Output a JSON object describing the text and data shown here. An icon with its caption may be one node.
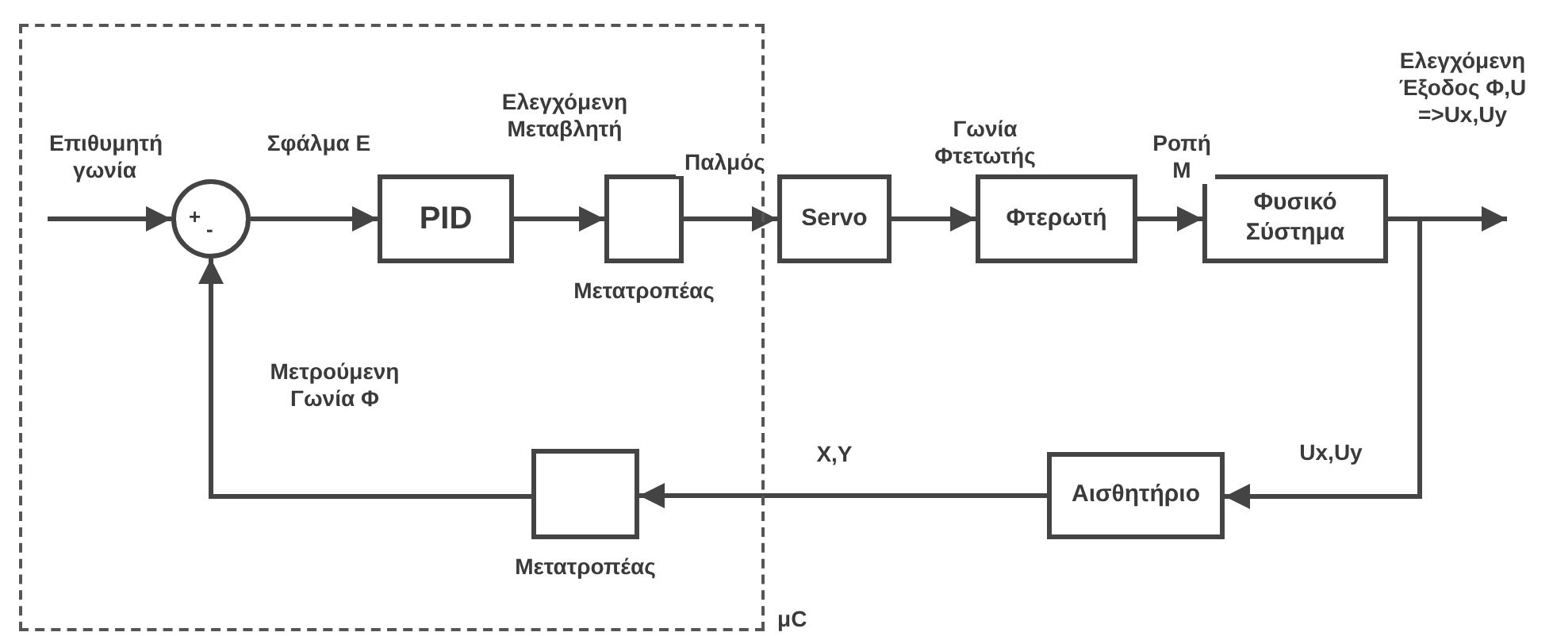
{
  "diagram": {
    "nodes": [
      {
        "text": [
          "μC"
        ]
      },
      {
        "text": [
          "+",
          "-"
        ],
        "in": 0
      },
      {
        "text": [
          "PID"
        ],
        "in": 0
      },
      {
        "text": [],
        "shape": "box",
        "beside": [
          "Μετατροπέας"
        ],
        "in": 0
      },
      {
        "text": [
          "Servo"
        ]
      },
      {
        "text": [
          "Φτερωτή"
        ]
      },
      {
        "text": [
          "Φυσικό Σύστημα"
        ]
      },
      {
        "text": [
          "Αισθητήριο"
        ]
      },
      {
        "text": [],
        "shape": "box",
        "beside": [
          "Μετατροπέας"
        ],
        "in": 0
      }
    ],
    "edges": [
      {
        "from": null,
        "to": 1,
        "arrow": "to",
        "label": "Επιθυμητή γωνία"
      },
      {
        "from": 1,
        "to": 2,
        "arrow": "to",
        "label": "Σφάλμα E"
      },
      {
        "from": 2,
        "to": 3,
        "arrow": "to",
        "label": "Ελεγχόμενη Μεταβλητή"
      },
      {
        "from": 3,
        "to": 4,
        "arrow": "to",
        "label": "Παλμός"
      },
      {
        "from": 4,
        "to": 5,
        "arrow": "to",
        "label": "Γωνία Φτετωτής"
      },
      {
        "from": 5,
        "to": 6,
        "arrow": "to",
        "label": "Ροπή M"
      },
      {
        "from": 6,
        "to": null,
        "arrow": "to",
        "label": "Ελεγχόμενη Έξοδος Φ,U =>Ux,Uy"
      },
      {
        "from": 6,
        "to": 7,
        "arrow": "to",
        "label": "Ux,Uy"
      },
      {
        "from": 7,
        "to": 8,
        "arrow": "to",
        "label": "X,Y"
      },
      {
        "from": 8,
        "to": 1,
        "arrow": "to",
        "label": "Μετρούμενη Γωνία Φ"
      }
    ]
  }
}
